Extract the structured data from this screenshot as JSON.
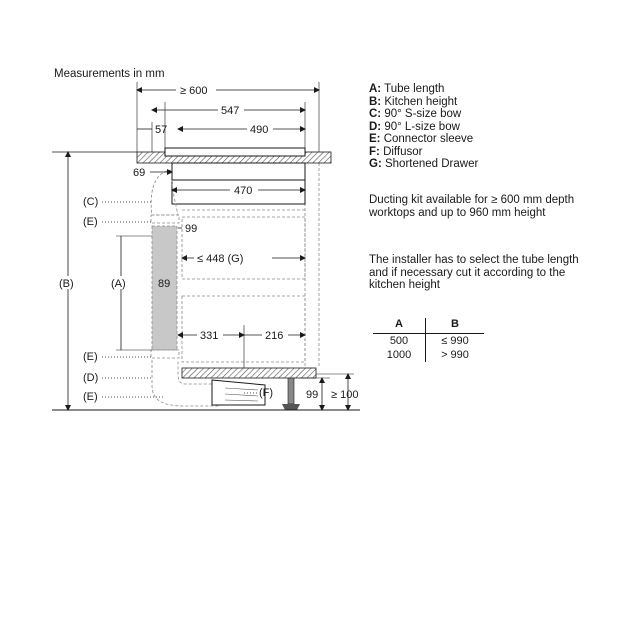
{
  "measurements_label": "Measurements in mm",
  "legend": [
    {
      "key": "A:",
      "text": "Tube length"
    },
    {
      "key": "B:",
      "text": "Kitchen height"
    },
    {
      "key": "C:",
      "text": "90° S-size bow"
    },
    {
      "key": "D:",
      "text": "90° L-size bow"
    },
    {
      "key": "E:",
      "text": "Connector sleeve"
    },
    {
      "key": "F:",
      "text": "Diffusor"
    },
    {
      "key": "G:",
      "text": "Shortened Drawer"
    }
  ],
  "note_ducting": "Ducting kit available for ≥ 600 mm depth worktops and up to 960 mm height",
  "note_installer": "The installer has to select the tube length and if necessary cut it according to the kitchen height",
  "table": {
    "headers": [
      "A",
      "B"
    ],
    "rows": [
      [
        "500",
        "≤ 990"
      ],
      [
        "1000",
        "> 990"
      ]
    ]
  },
  "dimensions": {
    "d600": "≥ 600",
    "d547": "547",
    "d57": "57",
    "d490": "490",
    "d69": "69",
    "d470": "470",
    "d99top": "99",
    "d448": "≤ 448 (G)",
    "d89": "89",
    "d331": "331",
    "d216": "216",
    "d99bot": "99",
    "d100": "≥ 100"
  },
  "callouts": {
    "C": "(C)",
    "E1": "(E)",
    "A": "(A)",
    "B": "(B)",
    "E2": "(E)",
    "D": "(D)",
    "E3": "(E)",
    "F": "(F)"
  },
  "colors": {
    "line": "#1a1a1a",
    "dashed": "#8a8a8a",
    "hatch": "#555555",
    "tube_fill": "#c8c8c8"
  }
}
